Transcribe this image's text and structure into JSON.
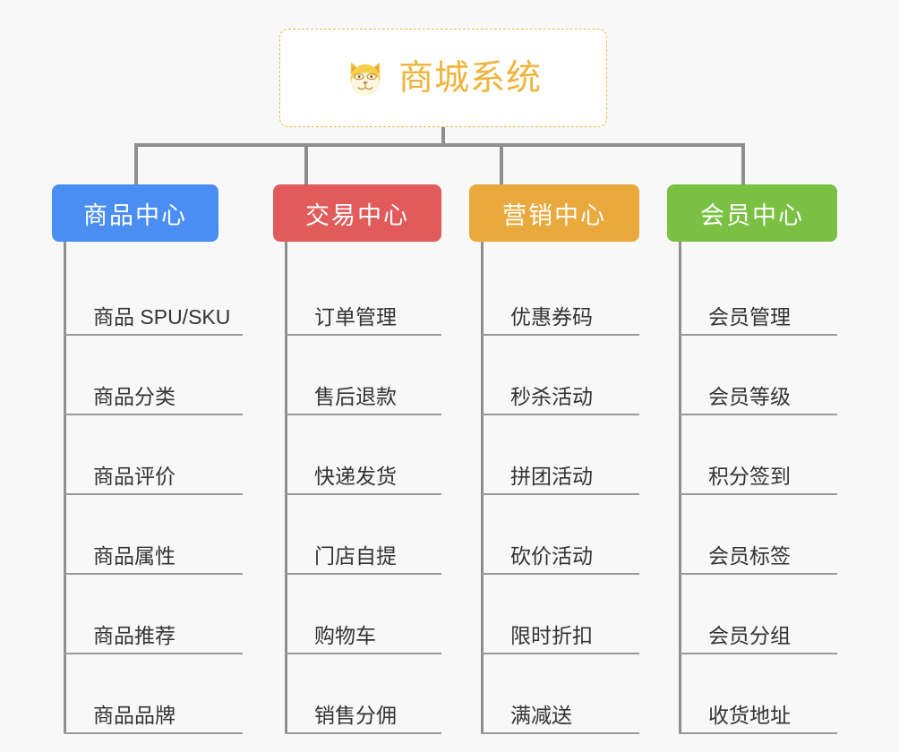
{
  "page": {
    "background_color": "#f8f8f8",
    "type": "mindmap-org-chart"
  },
  "root": {
    "title": "商城系统",
    "icon": "shiba-dog-face-icon",
    "text_color": "#f0b43c",
    "border_color": "#e9b949",
    "background_color": "#ffffff"
  },
  "connector": {
    "color": "#8e8e8e"
  },
  "columns": [
    {
      "title": "商品中心",
      "color": "#4a8ef1",
      "items": [
        "商品 SPU/SKU",
        "商品分类",
        "商品评价",
        "商品属性",
        "商品推荐",
        "商品品牌"
      ]
    },
    {
      "title": "交易中心",
      "color": "#e15b5b",
      "items": [
        "订单管理",
        "售后退款",
        "快递发货",
        "门店自提",
        "购物车",
        "销售分佣"
      ]
    },
    {
      "title": "营销中心",
      "color": "#eaa93c",
      "items": [
        "优惠券码",
        "秒杀活动",
        "拼团活动",
        "砍价活动",
        "限时折扣",
        "满减送"
      ]
    },
    {
      "title": "会员中心",
      "color": "#7ac143",
      "items": [
        "会员管理",
        "会员等级",
        "积分签到",
        "会员标签",
        "会员分组",
        "收货地址"
      ]
    }
  ]
}
